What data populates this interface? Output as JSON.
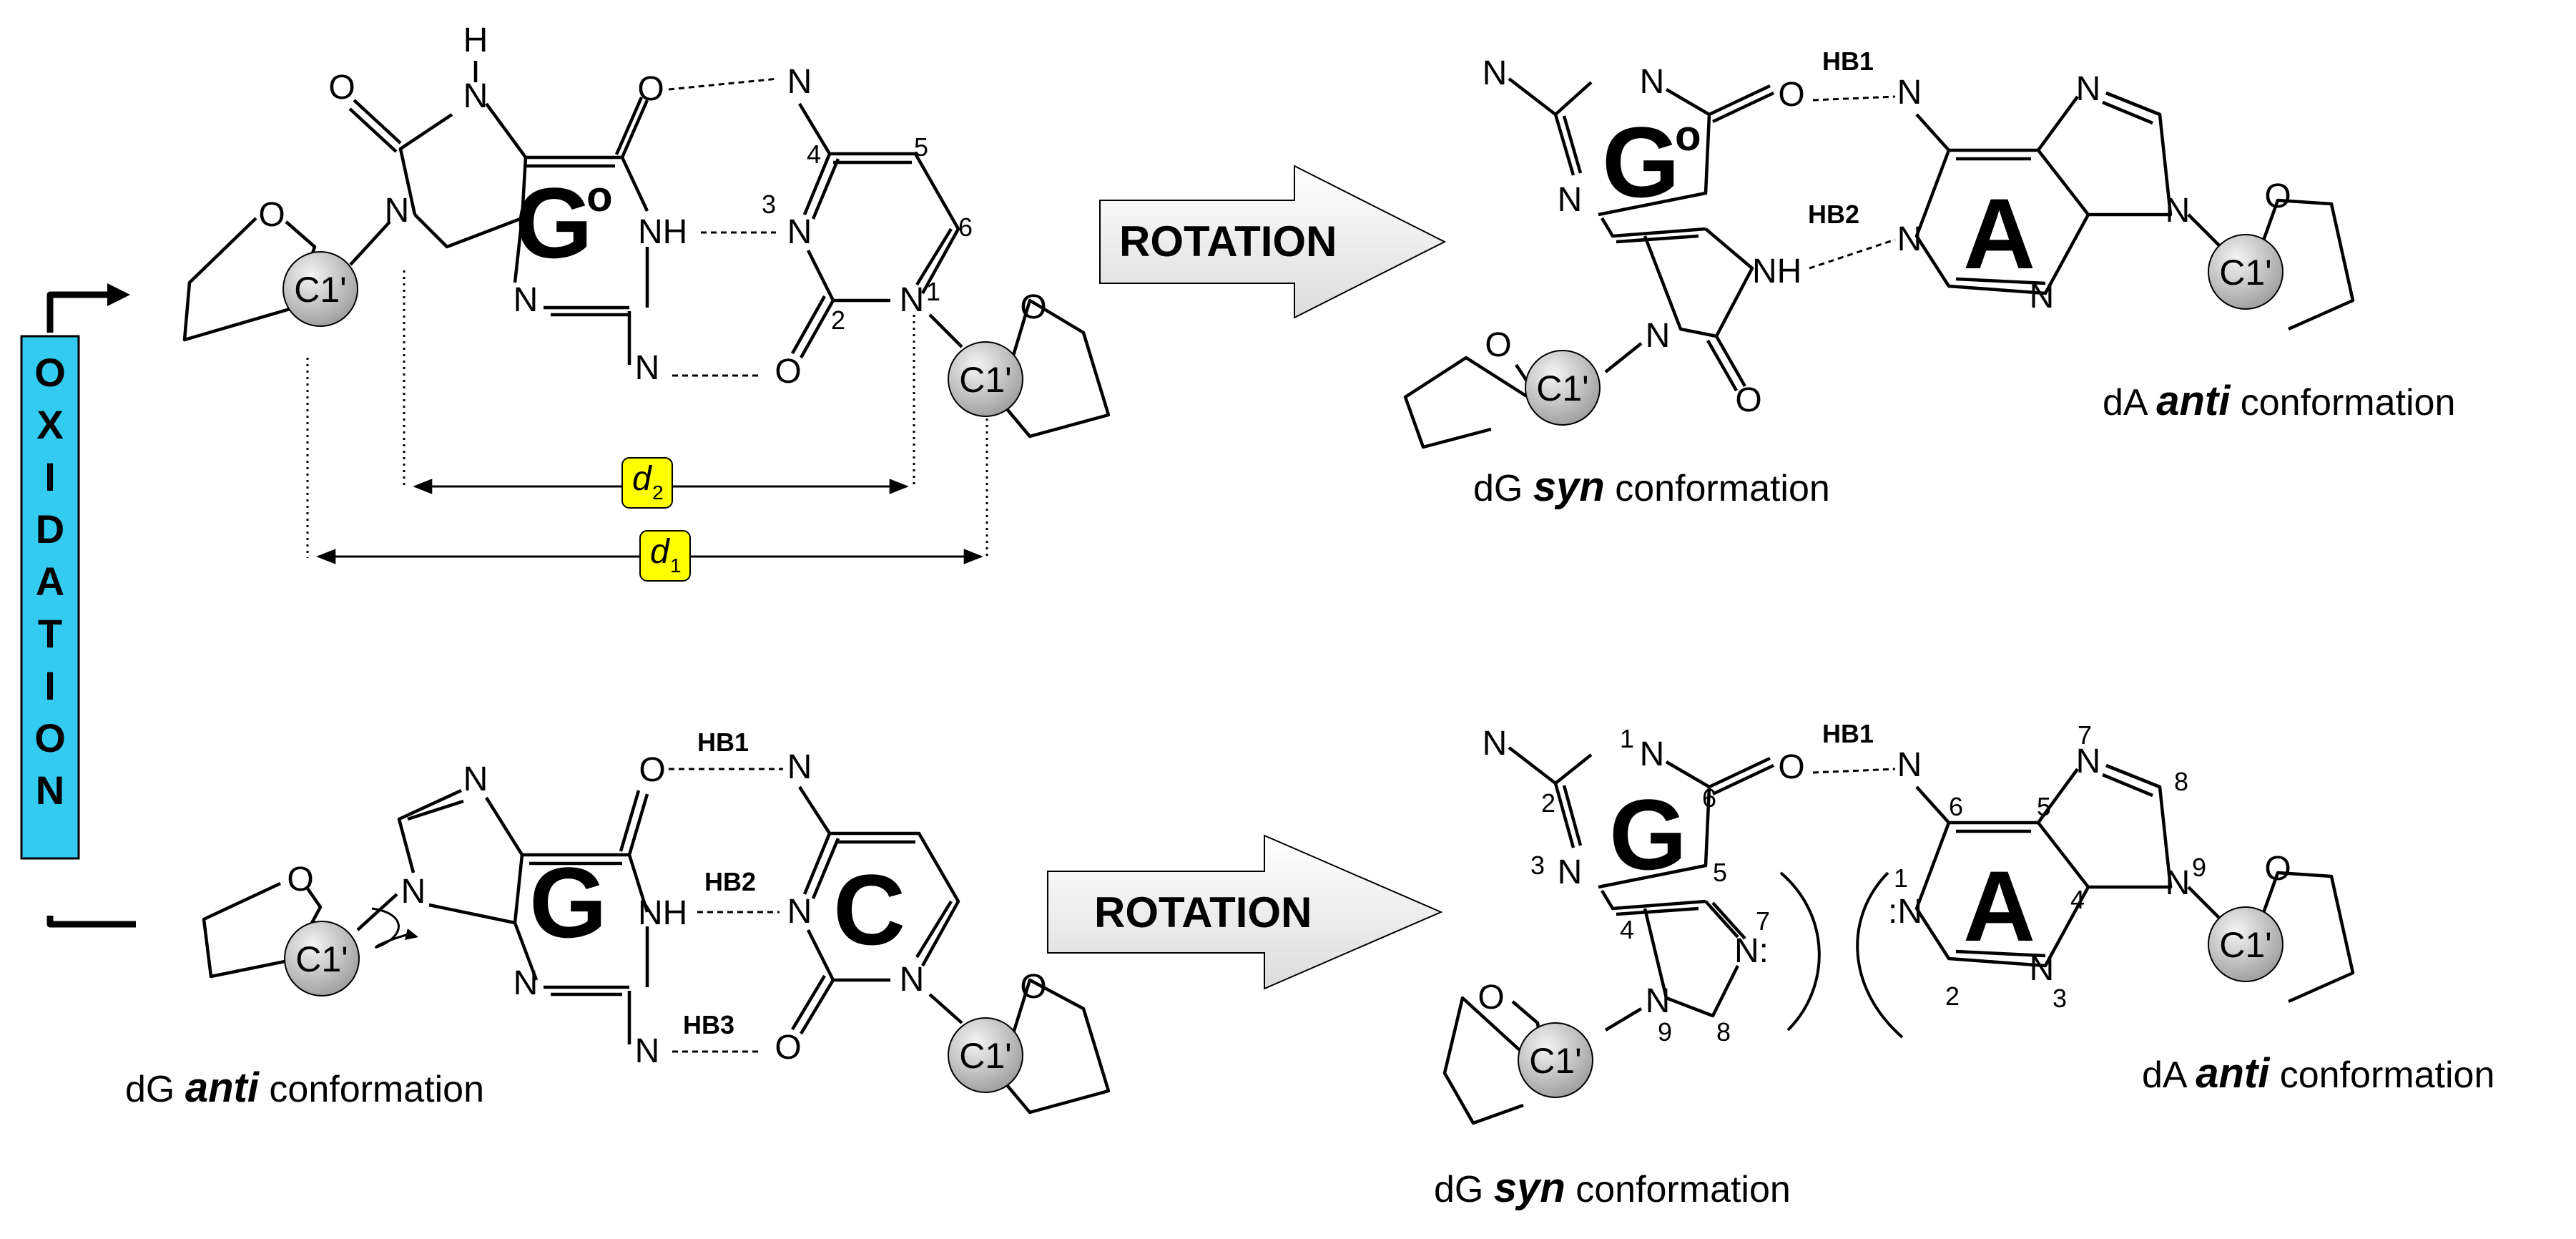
{
  "oxidation_label": "OXIDATION",
  "colors": {
    "oxidation_box": "#33ccf0",
    "d_label_box": "#ffff00",
    "arrow_fill": "#f0f0f0",
    "sphere_light": "#f4f4f4",
    "sphere_dark": "#9a9a9a"
  },
  "rotation_label": "ROTATION",
  "sugar_label": "C1'",
  "atoms": {
    "O": "O",
    "N": "N",
    "NH": "NH",
    "H": "H",
    "lone_N": "N:",
    "lone_N_left": ":N"
  },
  "hb_labels": {
    "hb1": "HB1",
    "hb2": "HB2",
    "hb3": "HB3"
  },
  "top_left": {
    "base_left": "G",
    "base_left_sup": "o",
    "numbers": {
      "n4": "4",
      "n5": "5",
      "n3": "3",
      "n6": "6",
      "n2": "2",
      "n1": "1"
    },
    "d2_base": "d",
    "d2_sub": "2",
    "d1_base": "d",
    "d1_sub": "1"
  },
  "top_right": {
    "base_left": "G",
    "base_left_sup": "o",
    "base_right": "A",
    "caption_left_prefix": "dG ",
    "caption_left_emph": "syn",
    "caption_left_suffix": " conformation",
    "caption_right_prefix": "dA ",
    "caption_right_emph": "anti",
    "caption_right_suffix": " conformation"
  },
  "bottom_left": {
    "base_left": "G",
    "base_right": "C",
    "caption_prefix": "dG ",
    "caption_emph": "anti",
    "caption_suffix": " conformation"
  },
  "bottom_right": {
    "base_left": "G",
    "base_right": "A",
    "g_numbers": {
      "n1": "1",
      "n2": "2",
      "n3": "3",
      "n4": "4",
      "n5": "5",
      "n6": "6",
      "n7": "7",
      "n8": "8",
      "n9": "9"
    },
    "a_numbers": {
      "n1": "1",
      "n2": "2",
      "n3": "3",
      "n4": "4",
      "n5": "5",
      "n6": "6",
      "n7": "7",
      "n8": "8",
      "n9": "9"
    },
    "caption_left_prefix": "dG ",
    "caption_left_emph": "syn",
    "caption_left_suffix": " conformation",
    "caption_right_prefix": "dA ",
    "caption_right_emph": "anti",
    "caption_right_suffix": " conformation"
  }
}
